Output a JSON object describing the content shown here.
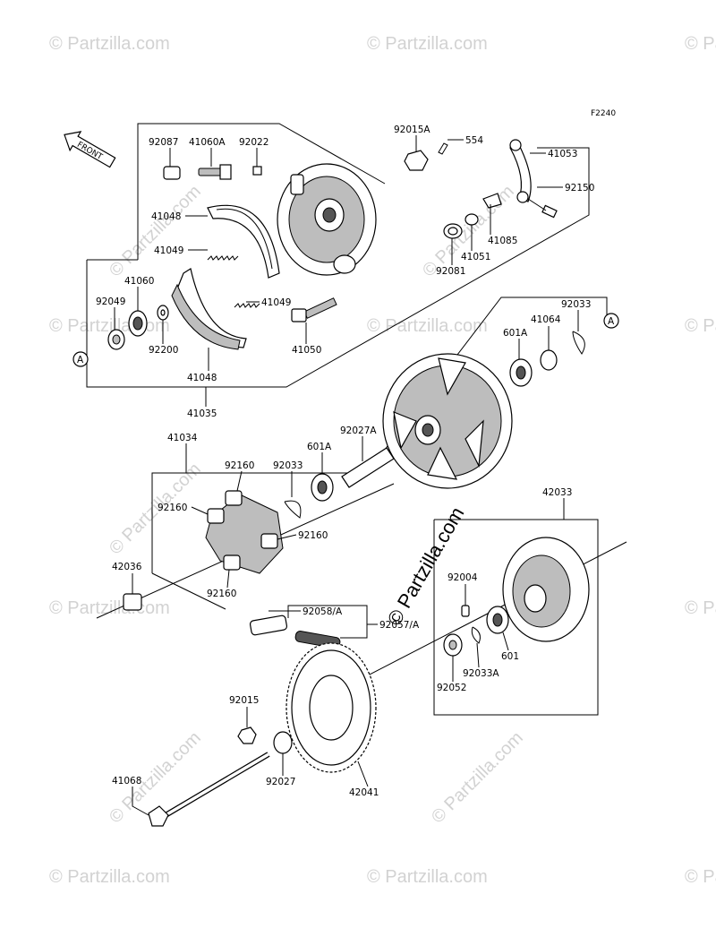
{
  "figure_code": "F2240",
  "front_label": "FRONT",
  "watermark": "© Partzilla.com",
  "center_watermark": "© Partzilla.com",
  "circle_ref": "A",
  "parts": {
    "p92087": "92087",
    "p41060A": "41060A",
    "p92022": "92022",
    "p92015A": "92015A",
    "p554": "554",
    "p41053": "41053",
    "p92150": "92150",
    "p41048a": "41048",
    "p41049a": "41049",
    "p41085": "41085",
    "p41051": "41051",
    "p92081": "92081",
    "p41060": "41060",
    "p92049": "92049",
    "p41049b": "41049",
    "p92200": "92200",
    "p41050": "41050",
    "p41048b": "41048",
    "p41035": "41035",
    "p92033a": "92033",
    "p41064": "41064",
    "p601A_a": "601A",
    "p41034": "41034",
    "p92027A": "92027A",
    "p601A_b": "601A",
    "p92160a": "92160",
    "p92033b": "92033",
    "p92160b": "92160",
    "p92160c": "92160",
    "p92160d": "92160",
    "p42036": "42036",
    "p42033": "42033",
    "p92004": "92004",
    "p92058A": "92058/A",
    "p92057A": "92057/A",
    "p601": "601",
    "p92033A": "92033A",
    "p92052": "92052",
    "p92015": "92015",
    "p92027": "92027",
    "p42041": "42041",
    "p41068": "41068"
  }
}
